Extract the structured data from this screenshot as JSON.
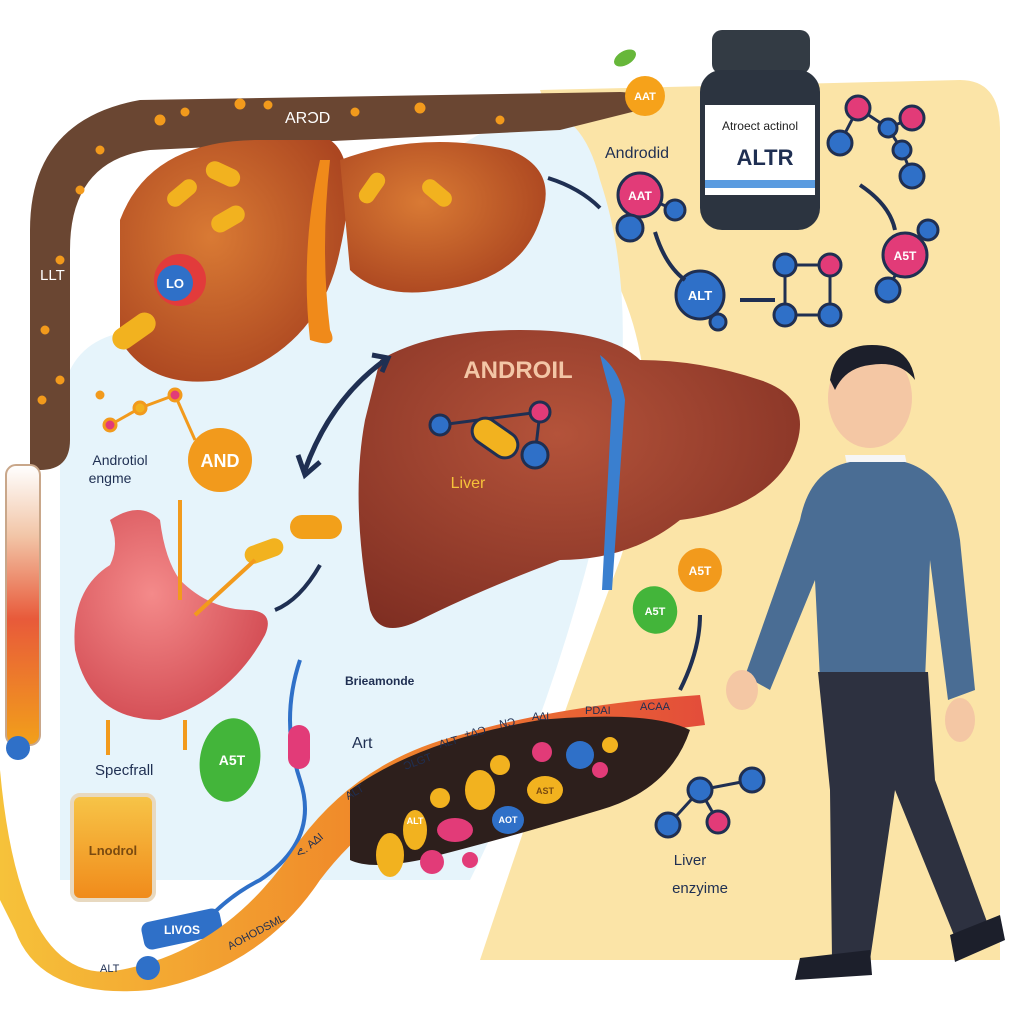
{
  "labels": {
    "arod": "ARƆD",
    "llt": "LLT",
    "lo_badge": "LO",
    "androdid": "Androdid",
    "bottle_top": "Atroect actinol",
    "bottle_main": "ALTR",
    "aat_pink": "AAT",
    "alt_blue": "ALT",
    "a5t_pink": "A5T",
    "androil": "ANDROIL",
    "liver_center": "Liver",
    "androtiol_enzyme_l1": "Androtiol",
    "androtiol_enzyme_l2": "engme",
    "and_badge": "AND",
    "a5t_orange": "A5T",
    "a5t_green_right": "A5T",
    "a5t_green_left": "A5T",
    "brieamonde": "Brieamonde",
    "art": "Art",
    "specfrall": "Specfrall",
    "jar_label": "Lnodrol",
    "livos": "LIVOS",
    "bar_alt": "ALT",
    "bar_text": "AOHODSML",
    "liver_enzyme_l1": "Liver",
    "liver_enzyme_l2": "enzyime",
    "band_tags": [
      "ᕙ. A∆I",
      "ALT",
      "ƆLGT",
      "ALT",
      "+ΔƆ",
      "NƆ",
      "A∆I",
      "PDAI",
      "ACAA"
    ],
    "pill_alt_a": "ALT",
    "pill_alt_b": "AOT",
    "pill_ast": "AST",
    "apple_badge": "AAT"
  },
  "colors": {
    "brown_band": "#6a4632",
    "liver_brown": "#a9452d",
    "liver_orange": "#c55f2a",
    "blue_ball": "#2f70c8",
    "pink_ball": "#e23b78",
    "orange_badge": "#f29a1c",
    "green_badge": "#3fb53a",
    "yellow_bg": "#fbe4a7",
    "light_blue_bg": "#e6f4fb"
  }
}
